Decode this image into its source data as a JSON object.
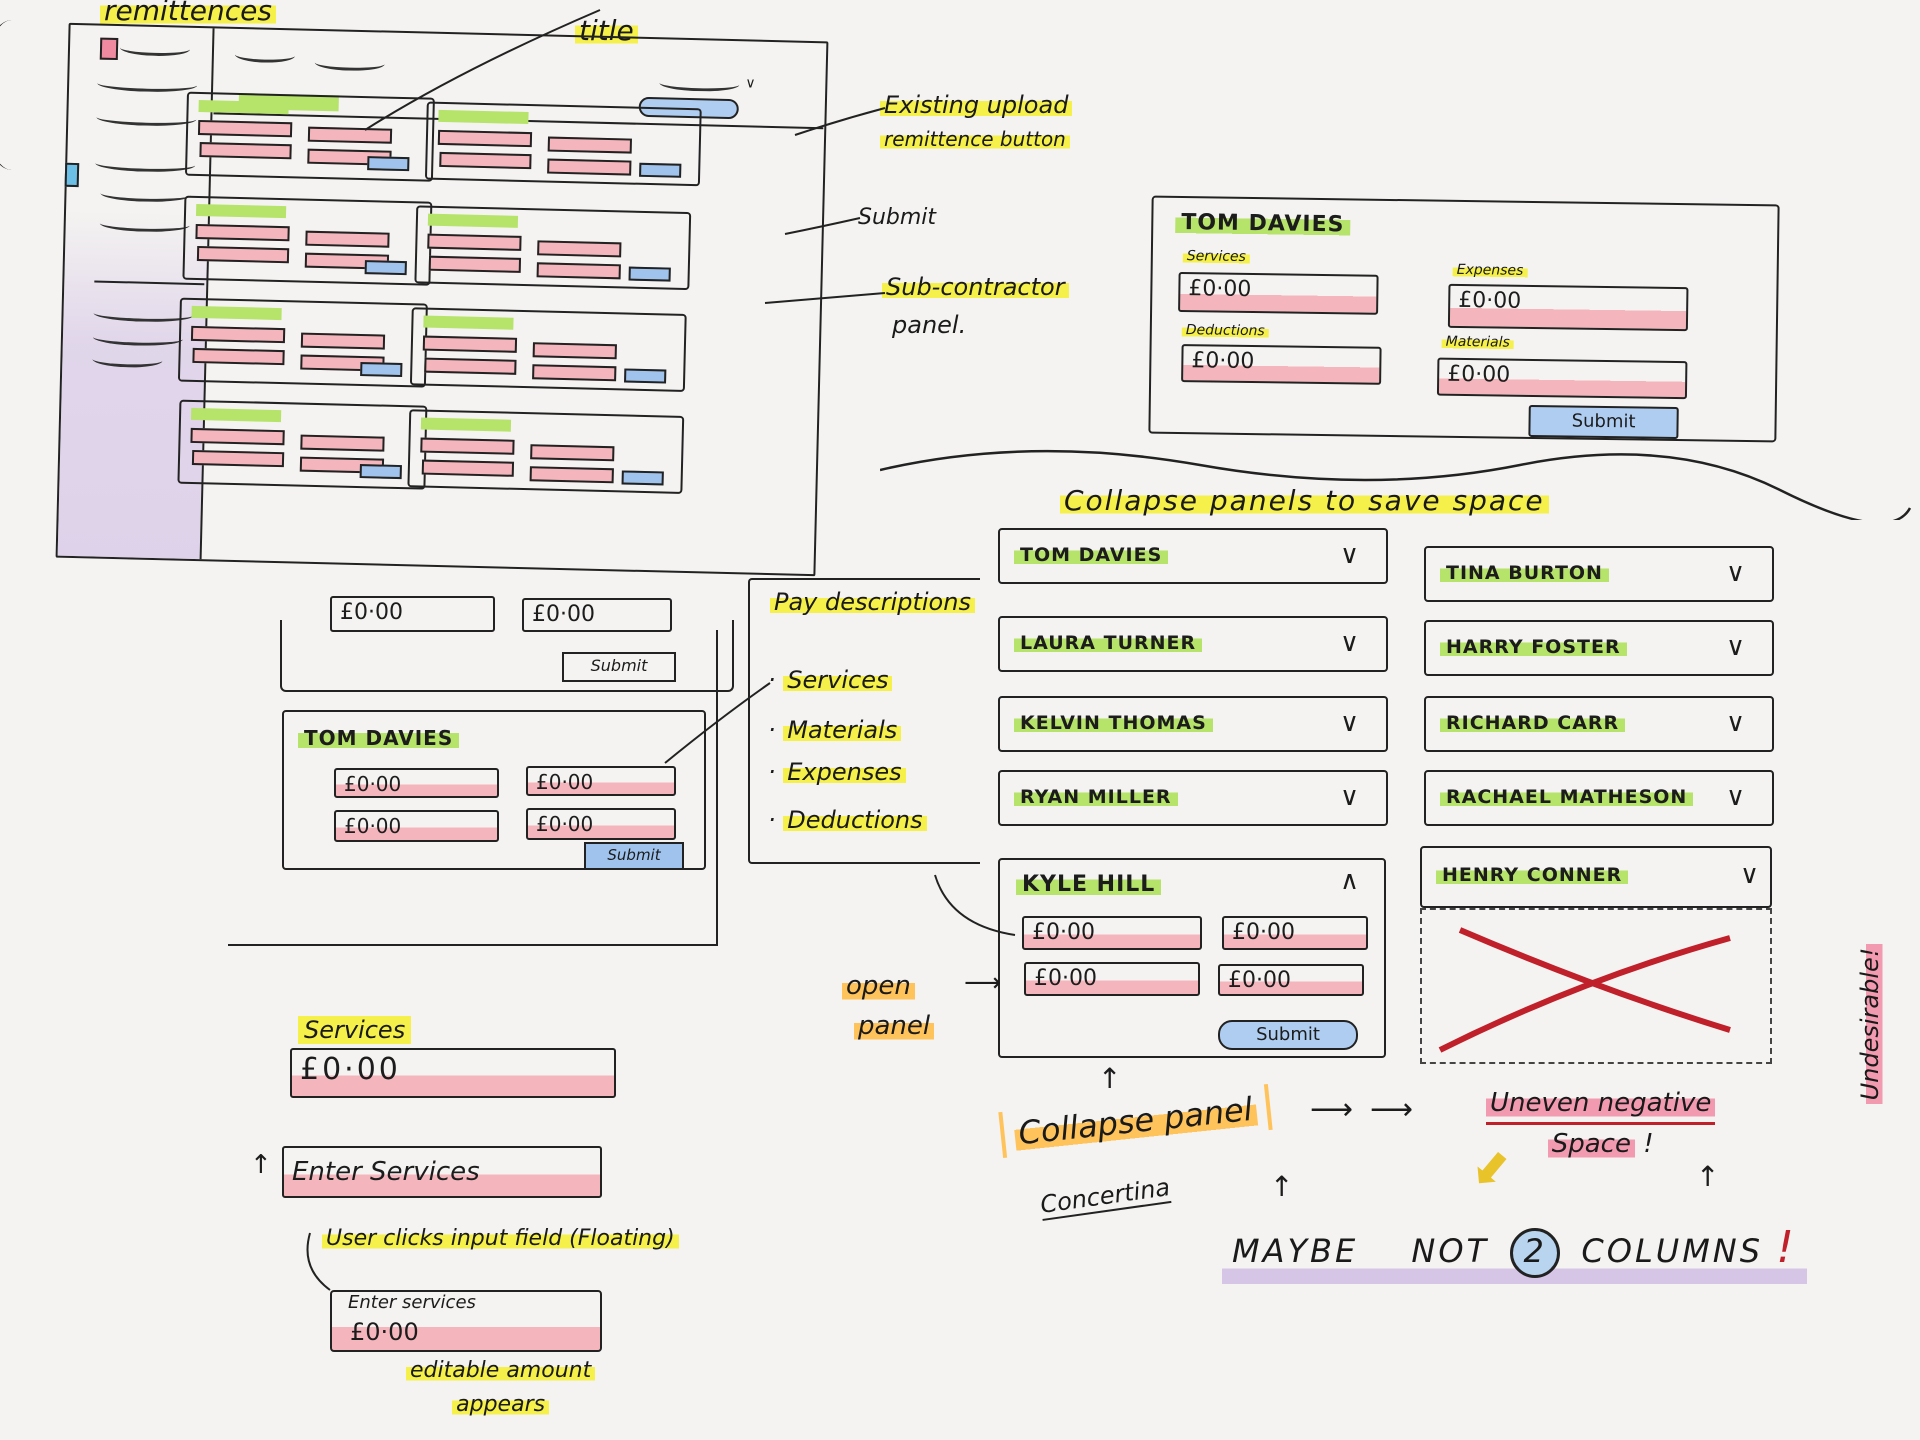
{
  "top_notes": {
    "heading_fragment": "remittences",
    "contractor_title": "title"
  },
  "annotations": {
    "existing_upload_line1": "Existing upload",
    "existing_upload_line2": "remittence button",
    "submit": "Submit",
    "subcontractor_line1": "Sub-contractor",
    "subcontractor_line2": "panel."
  },
  "example_panel": {
    "name": "TOM DAVIES",
    "fields": [
      {
        "label": "Services",
        "value": "£0·00"
      },
      {
        "label": "Expenses",
        "value": "£0·00"
      },
      {
        "label": "Deductions",
        "value": "£0·00"
      },
      {
        "label": "Materials",
        "value": "£0·00"
      }
    ],
    "submit": "Submit"
  },
  "mid_sketch": {
    "field_a": "£0·00",
    "field_b": "£0·00",
    "submit_a": "Submit",
    "panel_name": "TOM DAVIES",
    "fields": [
      "£0·00",
      "£0·00",
      "£0·00",
      "£0·00"
    ],
    "submit_b": "Submit"
  },
  "pay_descriptions": {
    "title": "Pay descriptions",
    "items": [
      "Services",
      "Materials",
      "Expenses",
      "Deductions"
    ]
  },
  "collapse_section": {
    "title": "Collapse panels to save space",
    "left_panels": [
      "TOM DAVIES",
      "LAURA TURNER",
      "KELVIN THOMAS",
      "RYAN MILLER"
    ],
    "right_panels": [
      "TINA BURTON",
      "HARRY FOSTER",
      "RICHARD CARR",
      "RACHAEL MATHESON"
    ],
    "open_panel": {
      "name": "KYLE HILL",
      "fields": [
        "£0·00",
        "£0·00",
        "£0·00",
        "£0·00"
      ],
      "submit": "Submit"
    },
    "right_last": "HENRY CONNER",
    "open_panel_note_line1": "open",
    "open_panel_note_line2": "panel",
    "collapse_note": "Collapse panel",
    "concertina": "Concertina",
    "uneven_line1": "Uneven negative",
    "uneven_line2": "Space",
    "undesirable": "Undesirable!",
    "maybe": "MAYBE",
    "not": "NOT",
    "two": "2",
    "columns": "COLUMNS",
    "bang": "!"
  },
  "services_flow": {
    "label": "Services",
    "value": "£0·00",
    "placeholder": "Enter Services",
    "note": "User clicks input field (Floating)",
    "floating_label": "Enter services",
    "floating_value": "£0·00",
    "editable_line1": "editable amount",
    "editable_line2": "appears"
  },
  "colors": {
    "paper": "#f4f3f1",
    "yellow": "#f5f04a",
    "green": "#b6e36a",
    "pink": "#f4b6bc",
    "blue": "#aecdf0",
    "orange": "#ffc35c",
    "red_x": "#c0202a",
    "purple": "#c9b2e2"
  },
  "icons": [
    "chevron-down-icon",
    "chevron-up-icon",
    "arrow-icon",
    "cross-icon",
    "checkbox-icon"
  ]
}
